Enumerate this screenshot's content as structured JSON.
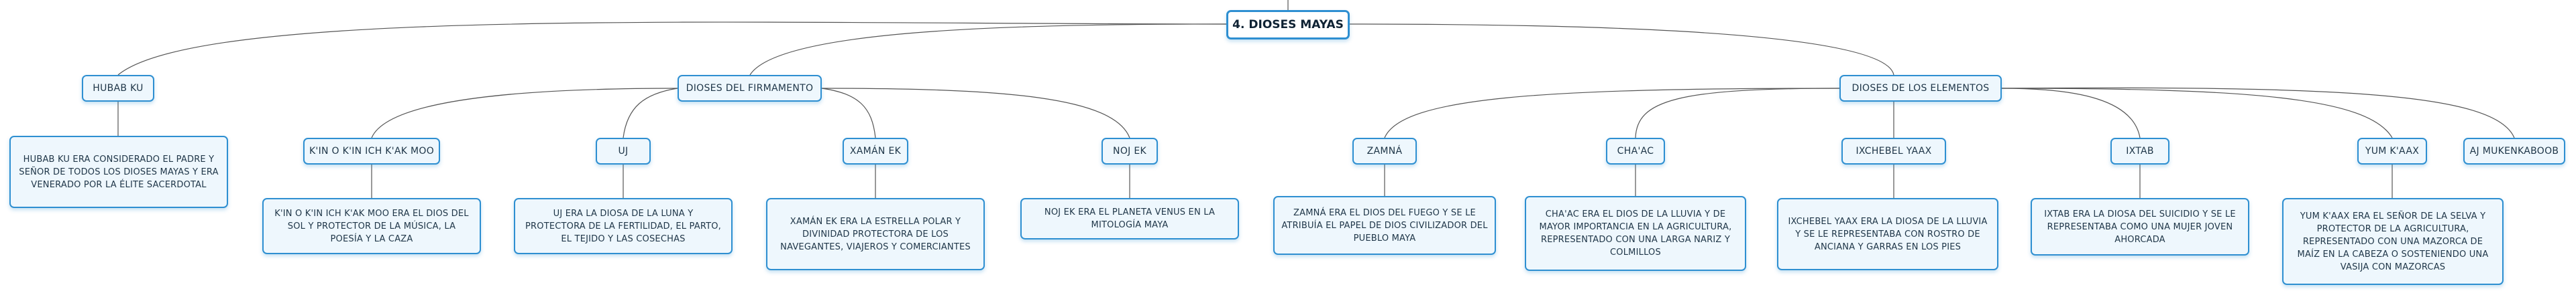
{
  "root": "4. DIOSES MAYAS",
  "branches": [
    {
      "label": "HUBAB KU",
      "description": "HUBAB KU ERA CONSIDERADO EL PADRE Y SEÑOR DE TODOS LOS DIOSES MAYAS Y ERA VENERADO POR LA ÉLITE SACERDOTAL",
      "children": []
    },
    {
      "label": "DIOSES DEL FIRMAMENTO",
      "children": [
        {
          "label": "K'IN O K'IN ICH K'AK MOO",
          "description": "K'IN O K'IN ICH K'AK MOO ERA EL DIOS DEL SOL Y PROTECTOR DE LA MÚSICA, LA POESÍA Y LA CAZA"
        },
        {
          "label": "UJ",
          "description": "UJ ERA LA DIOSA DE LA LUNA Y PROTECTORA DE LA FERTILIDAD, EL PARTO, EL TEJIDO Y LAS COSECHAS"
        },
        {
          "label": "XAMÁN EK",
          "description": "XAMÁN EK ERA LA ESTRELLA POLAR Y DIVINIDAD PROTECTORA DE LOS NAVEGANTES, VIAJEROS Y COMERCIANTES"
        },
        {
          "label": "NOJ EK",
          "description": "NOJ EK ERA EL PLANETA VENUS EN LA MITOLOGÍA MAYA"
        }
      ]
    },
    {
      "label": "DIOSES DE LOS ELEMENTOS",
      "children": [
        {
          "label": "ZAMNÁ",
          "description": "ZAMNÁ ERA EL DIOS DEL FUEGO Y SE LE ATRIBUÍA EL PAPEL DE DIOS CIVILIZADOR DEL PUEBLO MAYA"
        },
        {
          "label": "CHA'AC",
          "description": "CHA'AC ERA EL DIOS DE LA LLUVIA Y DE MAYOR IMPORTANCIA EN LA AGRICULTURA, REPRESENTADO CON UNA LARGA NARIZ Y COLMILLOS"
        },
        {
          "label": "IXCHEBEL YAAX",
          "description": "IXCHEBEL YAAX ERA LA DIOSA DE LA LLUVIA Y SE LE REPRESENTABA CON ROSTRO DE ANCIANA Y GARRAS EN LOS PIES"
        },
        {
          "label": "IXTAB",
          "description": "IXTAB ERA LA DIOSA DEL SUICIDIO Y SE LE REPRESENTABA COMO UNA MUJER JOVEN AHORCADA"
        },
        {
          "label": "YUM K'AAX",
          "description": "YUM K'AAX ERA EL SEÑOR DE LA SELVA Y PROTECTOR DE LA AGRICULTURA, REPRESENTADO CON UNA MAZORCA DE MAÍZ EN LA CABEZA O SOSTENIENDO UNA VASIJA CON MAZORCAS"
        },
        {
          "label": "AJ MUKENKABOOB"
        }
      ]
    }
  ]
}
